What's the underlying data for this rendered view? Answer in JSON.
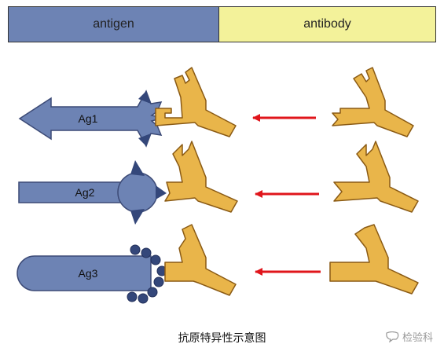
{
  "header": {
    "antigen_label": "antigen",
    "antibody_label": "antibody"
  },
  "rows": [
    {
      "antigen_label": "Ag1"
    },
    {
      "antigen_label": "Ag2"
    },
    {
      "antigen_label": "Ag3"
    }
  ],
  "caption": "抗原特异性示意图",
  "watermark": "检验科",
  "colors": {
    "antigen_fill": "#6d83b4",
    "antigen_stroke": "#3c4a76",
    "antigen_dark": "#34477a",
    "antibody_fill": "#e9b54a",
    "antibody_stroke": "#8a5a14",
    "arrow": "#e0151b",
    "header_antigen_bg": "#6d83b4",
    "header_antibody_bg": "#f3f29a"
  },
  "icons": {
    "watermark_icon": "speech-bubble-icon"
  }
}
